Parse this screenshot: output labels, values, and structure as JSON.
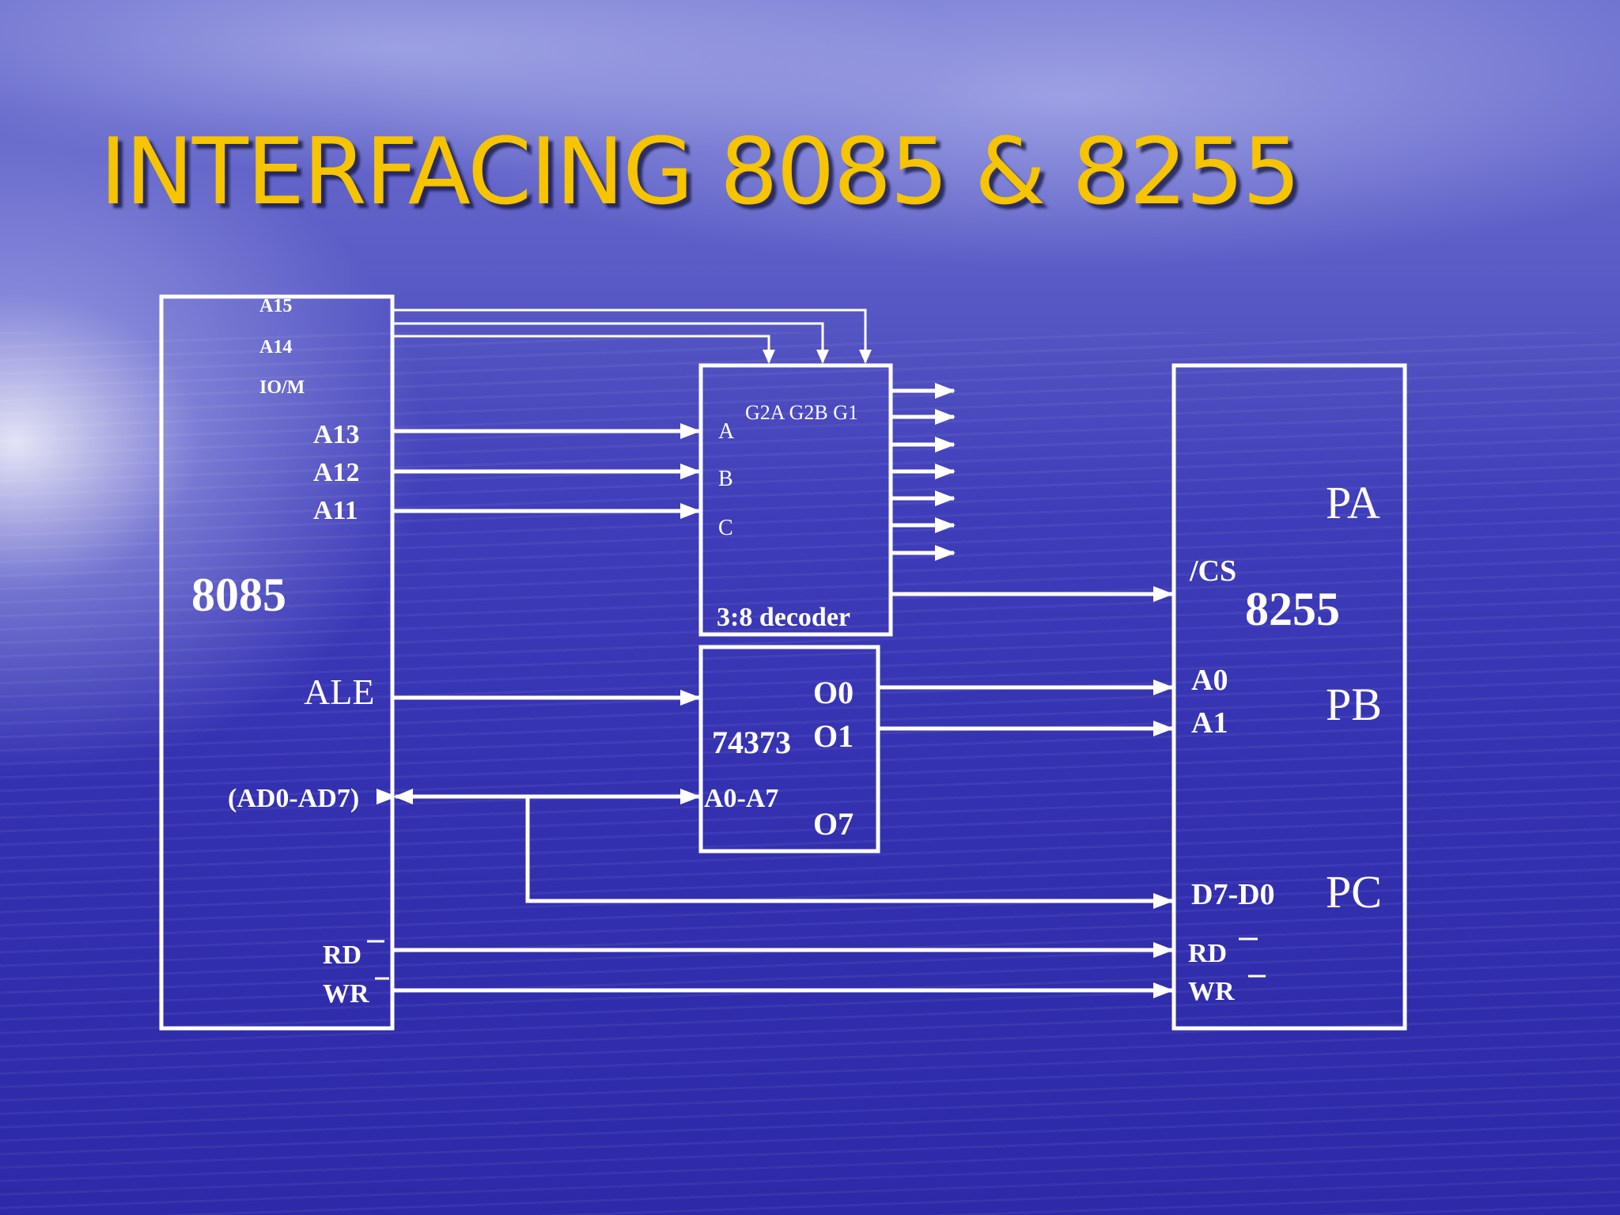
{
  "slide": {
    "title": "INTERFACING 8085 & 8255"
  },
  "cpu": {
    "name": "8085",
    "pins_small": [
      "A15",
      "A14",
      "IO/M"
    ],
    "pins_address": [
      "A13",
      "A12",
      "A11"
    ],
    "ale": "ALE",
    "bus": "(AD0-AD7)",
    "rd": "RD",
    "wr": "WR"
  },
  "decoder": {
    "name": "3:8 decoder",
    "enables": "G2A G2B G1",
    "inputs": [
      "A",
      "B",
      "C"
    ]
  },
  "latch": {
    "name": "74373",
    "outputs": [
      "O0",
      "O1",
      "O7"
    ],
    "input": "A0-A7"
  },
  "ppi": {
    "name": "8255",
    "cs": "/CS",
    "addr": [
      "A0",
      "A1"
    ],
    "data": "D7-D0",
    "rd": "RD",
    "wr": "WR",
    "ports": [
      "PA",
      "PB",
      "PC"
    ]
  },
  "colors": {
    "title": "#f6c400",
    "lines": "#ffffff"
  }
}
